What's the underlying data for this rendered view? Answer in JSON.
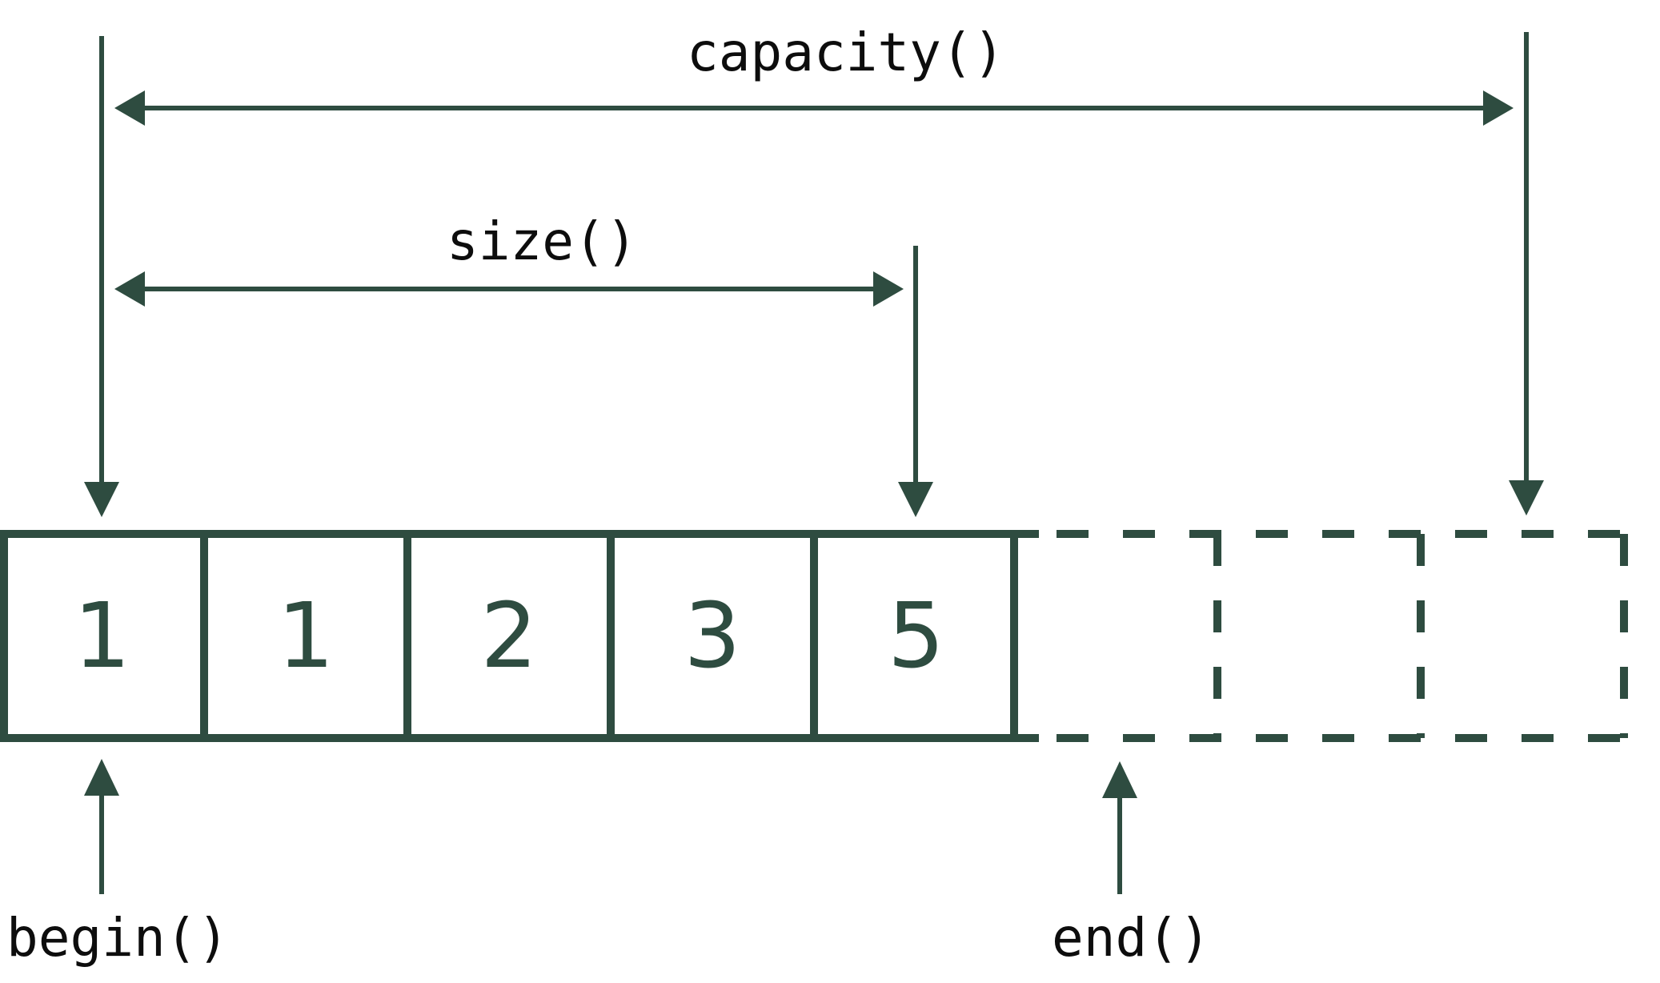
{
  "labels": {
    "capacity": "capacity()",
    "size": "size()",
    "begin": "begin()",
    "end": "end()"
  },
  "array": {
    "cells": [
      {
        "value": "1",
        "state": "filled"
      },
      {
        "value": "1",
        "state": "filled"
      },
      {
        "value": "2",
        "state": "filled"
      },
      {
        "value": "3",
        "state": "filled"
      },
      {
        "value": "5",
        "state": "filled"
      },
      {
        "value": "",
        "state": "reserved"
      },
      {
        "value": "",
        "state": "reserved"
      },
      {
        "value": "",
        "state": "reserved"
      }
    ],
    "filled_count": 5,
    "reserved_count": 3
  },
  "colors": {
    "line": "#2e4c40",
    "label_text": "#0d0d0d",
    "background": "#ffffff"
  }
}
